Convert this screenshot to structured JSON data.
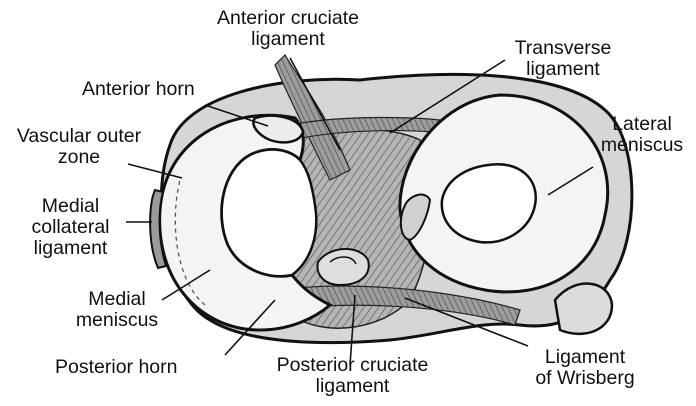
{
  "labels": {
    "acl_1": "Anterior cruciate",
    "acl_2": "ligament",
    "transverse_1": "Transverse",
    "transverse_2": "ligament",
    "anterior_horn": "Anterior horn",
    "vascular_1": "Vascular outer",
    "vascular_2": "zone",
    "lateral_1": "Lateral",
    "lateral_2": "meniscus",
    "mcl_1": "Medial",
    "mcl_2": "collateral",
    "mcl_3": "ligament",
    "medial_1": "Medial",
    "medial_2": "meniscus",
    "posterior_horn": "Posterior horn",
    "pcl_1": "Posterior cruciate",
    "pcl_2": "ligament",
    "wrisberg_1": "Ligament",
    "wrisberg_2": "of Wrisberg"
  },
  "colors": {
    "ink": "#111111",
    "meniscus": "#f2f2f2",
    "plateau": "#d9d9d9",
    "ligament": "#8a8a8a"
  }
}
